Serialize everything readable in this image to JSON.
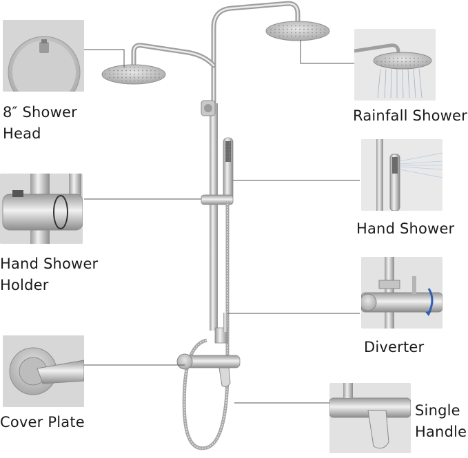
{
  "labels": {
    "shower_head": "8″  Shower\n  Head",
    "rainfall_shower": "Rainfall Shower",
    "hand_shower": "Hand Shower",
    "hand_shower_holder": "Hand Shower\nHolder",
    "diverter": "Diverter",
    "cover_plate": "Cover Plate",
    "single_handle": "Single\nHandle"
  },
  "colors": {
    "steel_light": "#e2e2e2",
    "steel_mid": "#b8b8b8",
    "steel_dark": "#7d7d7d",
    "thumb_bg": "#e7e7e7",
    "leader_line": "#555555",
    "diverter_arrow": "#2f5fb3"
  }
}
